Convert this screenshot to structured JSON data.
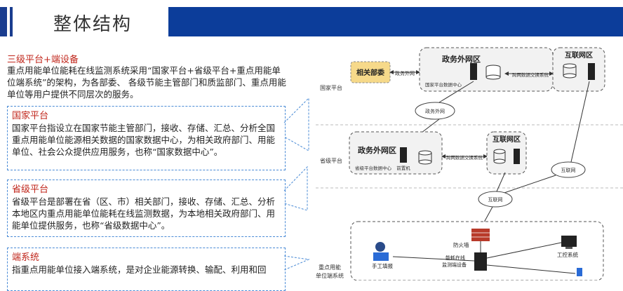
{
  "title": "整体结构",
  "section1": {
    "heading": "三级平台+端设备",
    "body": "重点用能单位能耗在线监测系统采用“国家平台+省级平台+重点用能单位端系统”的架构，为各部委、 各级节能主管部门和质监部门、重点用能单位等用户提供不同层次的服务。"
  },
  "boxes": [
    {
      "heading": "国家平台",
      "body": "国家平台指设立在国家节能主管部门，接收、存储、汇总、分析全国重点用能单位能源相关数据的国家数据中心，为相关政府部门、用能单位、社会公众提供应用服务，也称“国家数据中心”。"
    },
    {
      "heading": "省级平台",
      "body": "省级平台是部署在省（区、市）相关部门，接收、存储、汇总、分析本地区内重点用能单位能耗在线监测数据，为本地相关政府部门、用能单位提供服务，也称“省级数据中心”。"
    },
    {
      "heading": "端系统",
      "body": "指重点用能单位接入端系统，是对企业能源转换、输配、利用和回"
    }
  ],
  "diagram": {
    "row_labels": [
      "国家平台",
      "省级平台",
      "重点用能\n单位端系统"
    ],
    "national": {
      "ministry": "相关部委",
      "ministry_link": "政务外网",
      "gov_zone": "政务外网区",
      "gov_zone_sub": "国家平台数据中心",
      "exchange": "跨网数据交换系统",
      "internet_zone": "互联网区"
    },
    "provincial": {
      "gov_zone": "政务外网区",
      "gov_zone_sub": "省级平台数据中心",
      "frontend": "前置机",
      "exchange": "跨网数据交换系统",
      "internet_zone": "互联网区"
    },
    "cloud_gov": "政务外网",
    "cloud_internet1": "互联网",
    "cloud_internet2": "互联网",
    "enterprise": {
      "firewall": "防火墙",
      "terminal": "能耗在线\n监测端设备",
      "manual": "手工填报",
      "ics": "工控系统"
    }
  },
  "colors": {
    "title_bar": "#0c3d9a",
    "heading_red": "#c0261b",
    "box_border": "#4a8bd6",
    "ministry_fill": "#f6d98a"
  }
}
